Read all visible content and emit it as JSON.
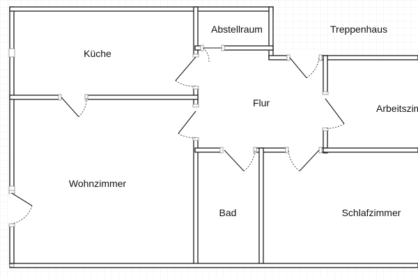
{
  "rooms": {
    "kueche": "Küche",
    "abstellraum": "Abstellraum",
    "treppenhaus": "Treppenhaus",
    "flur": "Flur",
    "arbeitszimmer": "Arbeitszimmer",
    "wohnzimmer": "Wohnzimmer",
    "bad": "Bad",
    "schlafzimmer": "Schlafzimmer"
  }
}
